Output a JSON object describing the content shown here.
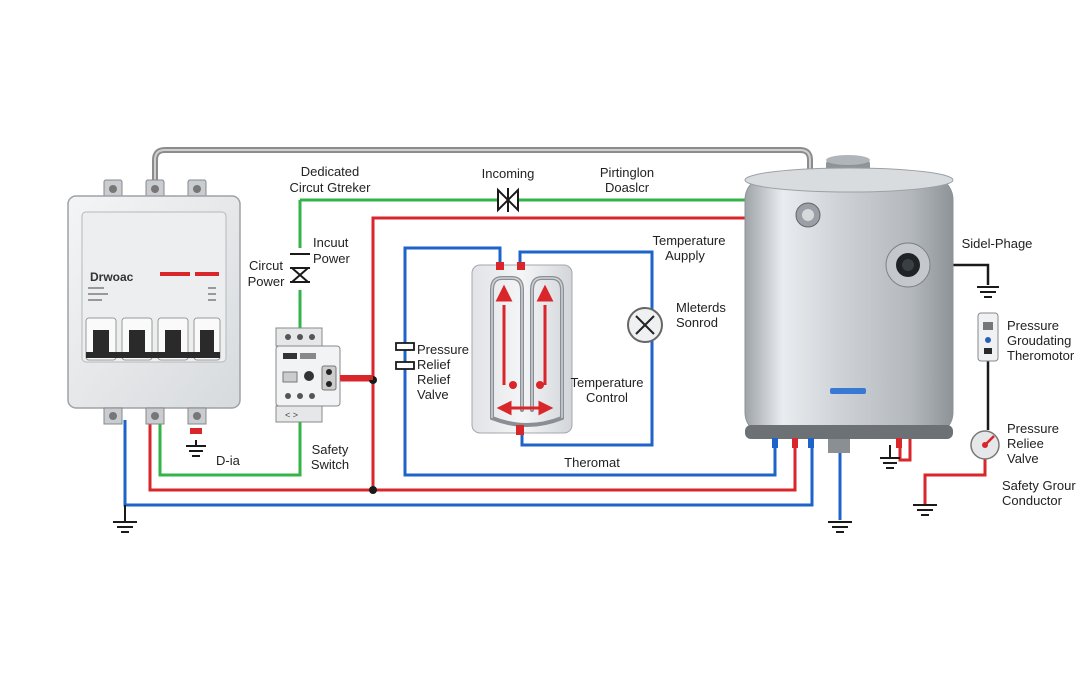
{
  "panel": {
    "brand": "Drwoac",
    "label": "D-ia"
  },
  "labels": {
    "dedicated_breaker": [
      "Dedicated",
      "Circut Gtreker"
    ],
    "incoming": "Incoming",
    "pirtinglon": [
      "Pirtinglon",
      "Doaslcr"
    ],
    "circuit_power": [
      "Circut",
      "Power"
    ],
    "incuit_power": [
      "Incuut",
      "Power"
    ],
    "safety_switch": [
      "Safety",
      "Switch"
    ],
    "pressure_relief_left": [
      "Pressure",
      "Relief",
      "Relief",
      "Valve"
    ],
    "temperature_supply": [
      "Temperature",
      "Aupply"
    ],
    "meters_sonrod": [
      "Mleterds",
      "Sonrod"
    ],
    "temperature_control": [
      "Temperature",
      "Control"
    ],
    "thermostat": "Theromat",
    "side_phage": "Sidel-Phage",
    "pressure_grounding": [
      "Pressure",
      "Groudating",
      "Theromotor"
    ],
    "pressure_relief_right": [
      "Pressure",
      "Reliee",
      "Valve"
    ],
    "safety_ground": [
      "Safety Grour",
      "Conductor"
    ]
  },
  "colors": {
    "red": "#d9262b",
    "green": "#33b34a",
    "blue": "#1e63c9",
    "gray": "#8c8c8c",
    "black": "#1a1a1a"
  }
}
